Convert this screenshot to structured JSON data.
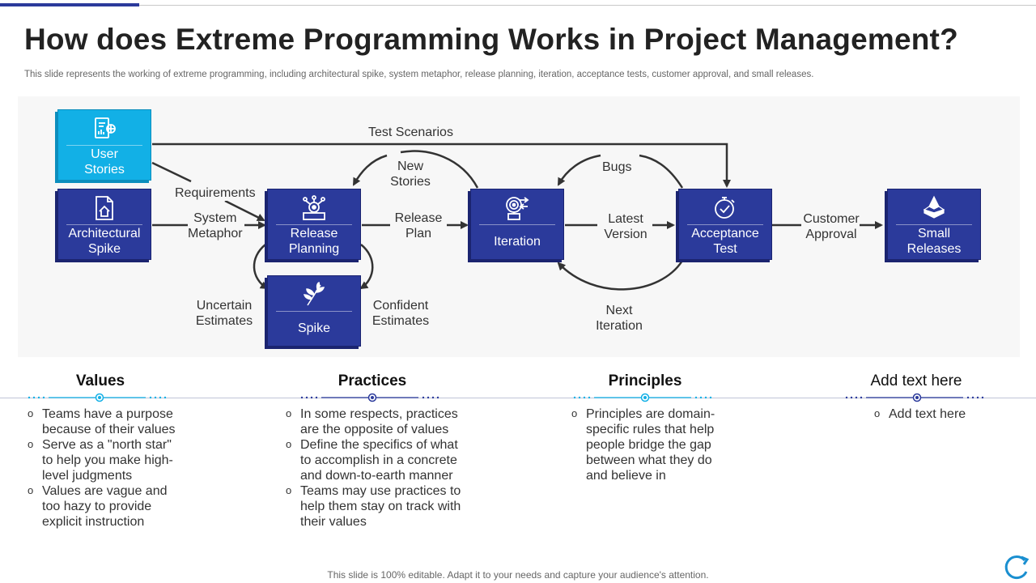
{
  "title": "How does Extreme Programming Works in Project Management?",
  "subtitle": "This slide represents the working of extreme programming, including architectural spike, system metaphor, release planning, iteration, acceptance tests, customer approval, and small releases.",
  "diagram": {
    "boxes": {
      "user_stories": "User\nStories",
      "architectural_spike": "Architectural\nSpike",
      "release_planning": "Release\nPlanning",
      "spike": "Spike",
      "iteration": "Iteration",
      "acceptance_test": "Acceptance\nTest",
      "small_releases": "Small\nReleases"
    },
    "labels": {
      "test_scenarios": "Test Scenarios",
      "requirements": "Requirements",
      "system_metaphor": "System\nMetaphor",
      "new_stories": "New\nStories",
      "release_plan": "Release\nPlan",
      "bugs": "Bugs",
      "latest_version": "Latest\nVersion",
      "customer_approval": "Customer\nApproval",
      "uncertain_estimates": "Uncertain\nEstimates",
      "confident_estimates": "Confident\nEstimates",
      "next_iteration": "Next\nIteration"
    },
    "colors": {
      "box": "#2b3a9b",
      "box_light": "#12b0e6",
      "arrow": "#333333"
    }
  },
  "columns": [
    {
      "heading": "Values",
      "items": [
        "Teams have a purpose because of their values",
        "Serve as a \"north star\" to help you make high-level judgments",
        "Values are vague and too hazy to provide explicit instruction"
      ]
    },
    {
      "heading": "Practices",
      "items": [
        "In some respects, practices are the opposite of values",
        "Define the specifics of what to accomplish in a concrete and down-to-earth  manner",
        "Teams may use practices to help them stay on track with their values"
      ]
    },
    {
      "heading": "Principles",
      "items": [
        "Principles are domain-specific rules that help people bridge the gap between what they do and believe in"
      ]
    },
    {
      "heading": "Add text here",
      "items": [
        "Add text here"
      ]
    }
  ],
  "footer": "This slide is 100% editable. Adapt it to your needs and capture your audience's attention."
}
